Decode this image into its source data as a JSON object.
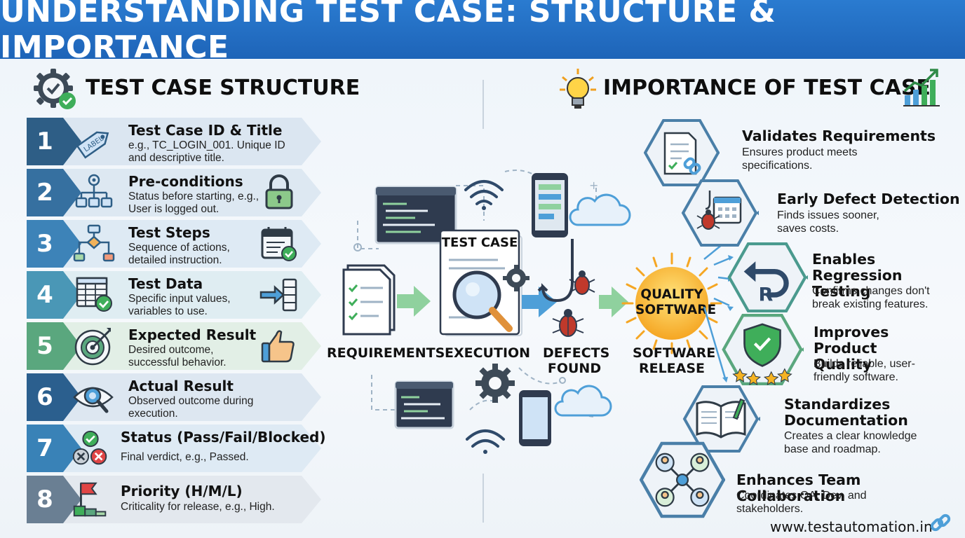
{
  "title": "UNDERSTANDING TEST CASE: STRUCTURE & IMPORTANCE",
  "structure": {
    "heading": "TEST CASE STRUCTURE",
    "items": [
      {
        "num": "1",
        "title": "Test Case ID & Title",
        "desc": "e.g., TC_LOGIN_001. Unique ID and descriptive title.",
        "tag_text": "LABEL",
        "color": "#2e5e86",
        "bg": "#dbe6f1"
      },
      {
        "num": "2",
        "title": "Pre-conditions",
        "desc": "Status before starting, e.g., User is logged out.",
        "color": "#3670a0",
        "bg": "#dde8f2"
      },
      {
        "num": "3",
        "title": "Test Steps",
        "desc": "Sequence of actions, detailed instruction.",
        "color": "#3d83b8",
        "bg": "#deeaf4"
      },
      {
        "num": "4",
        "title": "Test Data",
        "desc": "Specific input values, variables to use.",
        "color": "#4a97b6",
        "bg": "#dfedf2"
      },
      {
        "num": "5",
        "title": "Expected Result",
        "desc": "Desired outcome, successful behavior.",
        "color": "#5aa77e",
        "bg": "#e2efe6"
      },
      {
        "num": "6",
        "title": "Actual Result",
        "desc": "Observed outcome during execution.",
        "color": "#2b5f8e",
        "bg": "#dde7f1"
      },
      {
        "num": "7",
        "title": "Status (Pass/Fail/Blocked)",
        "desc": "Final verdict, e.g., Passed.",
        "color": "#3982b7",
        "bg": "#deeaf4"
      },
      {
        "num": "8",
        "title": "Priority (H/M/L)",
        "desc": "Criticality for release, e.g., High.",
        "color": "#6a7f93",
        "bg": "#e3e8ee"
      }
    ]
  },
  "flow": {
    "requirements": "REQUIREMENTS",
    "test_case": "TEST CASE",
    "execution": "EXECUTION",
    "defects": "DEFECTS FOUND",
    "quality": "QUALITY SOFTWARE",
    "release": "SOFTWARE RELEASE"
  },
  "importance": {
    "heading": "IMPORTANCE OF TEST CASE",
    "items": [
      {
        "title": "Validates Requirements",
        "desc": "Ensures product meets specifications.",
        "icon": "document-link-icon"
      },
      {
        "title": "Early Defect Detection",
        "desc": "Finds issues sooner, saves costs.",
        "icon": "bug-calendar-icon"
      },
      {
        "title": "Enables Regression Testing",
        "desc": "Confirms changes don't break existing features.",
        "icon": "regression-icon",
        "letter": "R"
      },
      {
        "title": "Improves Product Quality",
        "desc": "Builds reliable, user-friendly software.",
        "icon": "shield-stars-icon"
      },
      {
        "title": "Standardizes Documentation",
        "desc": "Creates a clear knowledge base and roadmap.",
        "icon": "book-icon"
      },
      {
        "title": "Enhances Team Collaboration",
        "desc": "Coordinates QA, Dev, and stakeholders.",
        "icon": "team-icon"
      }
    ]
  },
  "footer": "www.testautomation.in",
  "colors": {
    "banner": "#1e64b8",
    "accent_green": "#5aa77e",
    "accent_blue": "#3d83b8"
  }
}
